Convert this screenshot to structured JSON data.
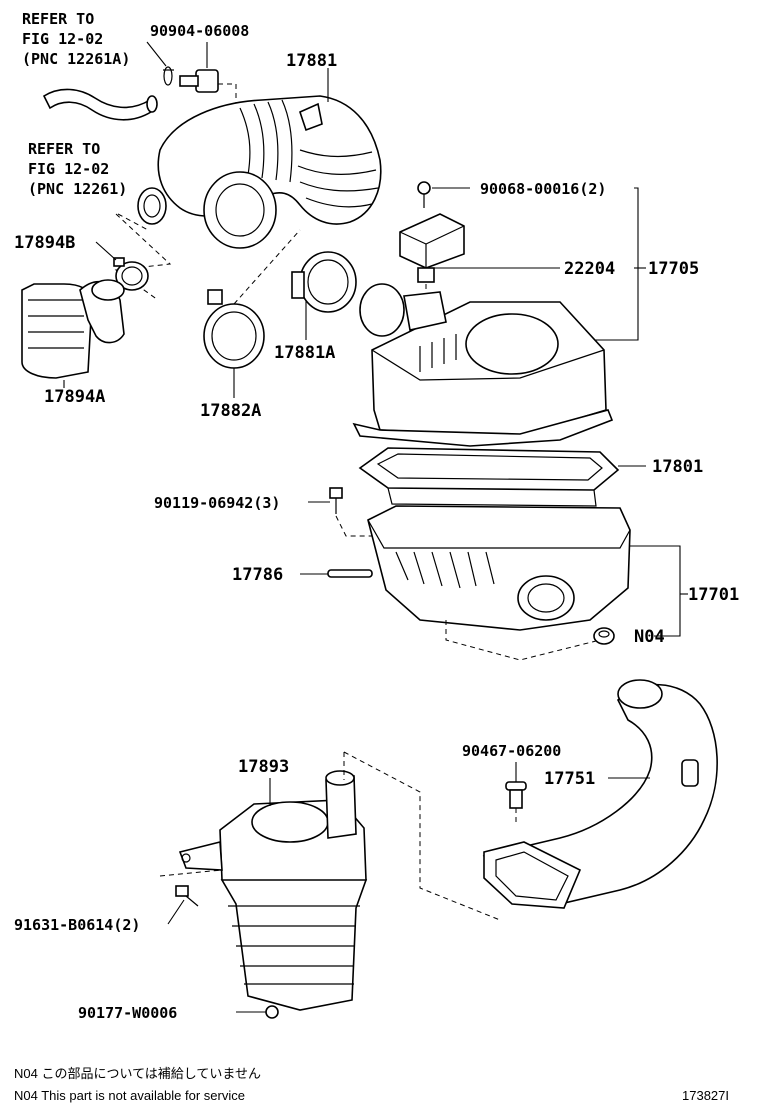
{
  "references": [
    {
      "lines": [
        "REFER TO",
        "FIG 12-02",
        "(PNC 12261A)"
      ]
    },
    {
      "lines": [
        "REFER TO",
        "FIG 12-02",
        "(PNC 12261)"
      ]
    }
  ],
  "callouts": {
    "c90904": "90904-06008",
    "c17881": "17881",
    "c90068": "90068-00016(2)",
    "c17894B": "17894B",
    "c22204": "22204",
    "c17705": "17705",
    "c17881A": "17881A",
    "c17894A": "17894A",
    "c17882A": "17882A",
    "c17801": "17801",
    "c90119": "90119-06942(3)",
    "c17786": "17786",
    "c17701": "17701",
    "cN04": "N04",
    "c90467": "90467-06200",
    "c17751": "17751",
    "c17893": "17893",
    "c91631": "91631-B0614(2)",
    "c90177": "90177-W0006"
  },
  "footnotes": {
    "jp": "N04  この部品については補給していません",
    "en": "N04  This part is not available for service"
  },
  "figure_id": "173827I"
}
